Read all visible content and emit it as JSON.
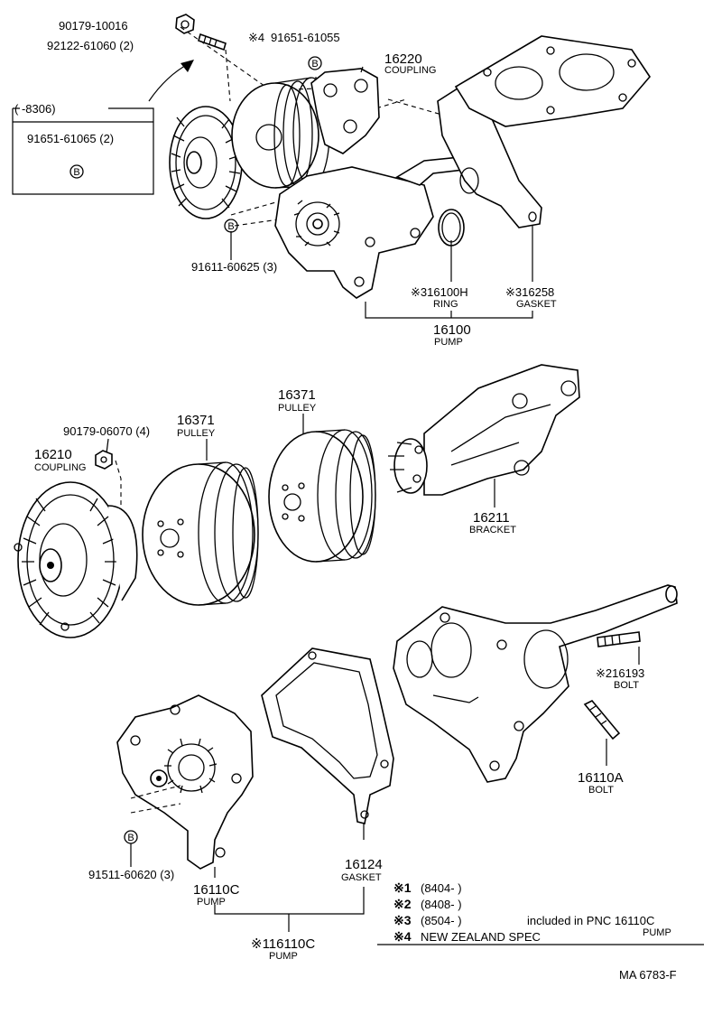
{
  "title_code": "MA 6783-F",
  "parts": {
    "p90179_10016": "90179-10016",
    "p92122_61060": "92122-61060 (2)",
    "p91651_61055_mark": "※4",
    "p91651_61055": "91651-61055",
    "p16220_num": "16220",
    "p16220_name": "COUPLING",
    "box_range": "(      -8306)",
    "p91651_61065": "91651-61065 (2)",
    "circle_b": "B",
    "p91611_60625": "91611-60625 (3)",
    "p16100h_num": "※316100H",
    "p16100h_name": "RING",
    "p16258_num": "※316258",
    "p16258_name": "GASKET",
    "p16100_num": "16100",
    "p16100_name": "PUMP",
    "p16371a_num": "16371",
    "p16371a_name": "PULLEY",
    "p16371b_num": "16371",
    "p16371b_name": "PULLEY",
    "p90179_06070": "90179-06070 (4)",
    "p16210_num": "16210",
    "p16210_name": "COUPLING",
    "p16211_num": "16211",
    "p16211_name": "BRACKET",
    "p16193_num": "※216193",
    "p16193_name": "BOLT",
    "p16110a_num": "16110A",
    "p16110a_name": "BOLT",
    "p16124_num": "16124",
    "p16124_name": "GASKET",
    "p91511_60620": "91511-60620 (3)",
    "p16110c_num": "16110C",
    "p16110c_name": "PUMP",
    "p16110c2_num": "※116110C",
    "p16110c2_name": "PUMP"
  },
  "notes": {
    "n1_mark": "※1",
    "n1_text": "(8404-         )",
    "n2_mark": "※2",
    "n2_text": "(8408-         )",
    "n3_mark": "※3",
    "n3_text": "(8504-         )",
    "n3_suffix": "included in PNC 16110C",
    "n3_sub": "PUMP",
    "n4_mark": "※4",
    "n4_text": "NEW ZEALAND SPEC"
  }
}
